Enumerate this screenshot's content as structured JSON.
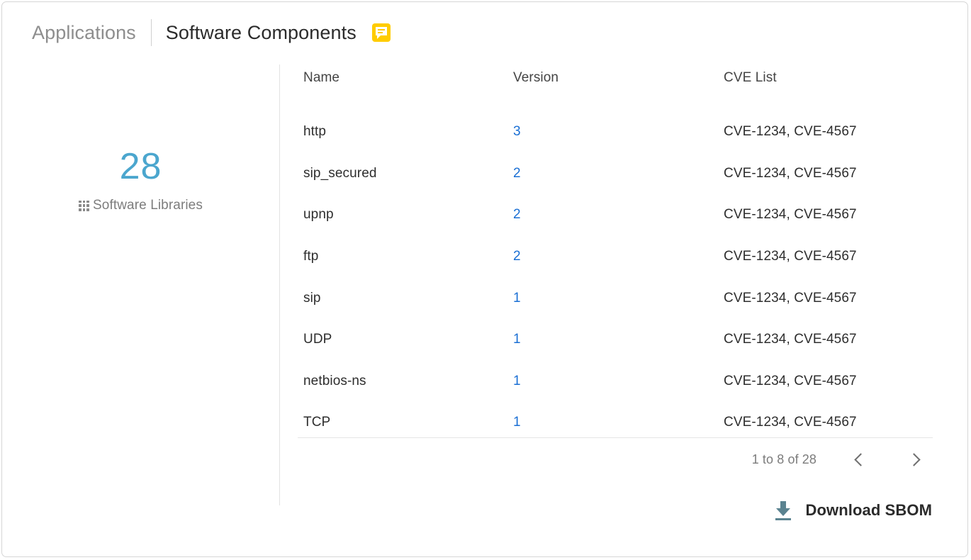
{
  "header": {
    "breadcrumb_root": "Applications",
    "breadcrumb_current": "Software Components",
    "note_icon": "note-comment-icon",
    "note_icon_color": "#ffcc00"
  },
  "stat": {
    "value": "28",
    "label": "Software Libraries",
    "icon": "grid-dots-icon",
    "value_color": "#4ba6ce"
  },
  "table": {
    "columns": [
      "Name",
      "Version",
      "CVE List"
    ],
    "rows": [
      {
        "name": "http",
        "version": "3",
        "cve": "CVE-1234, CVE-4567"
      },
      {
        "name": "sip_secured",
        "version": "2",
        "cve": "CVE-1234, CVE-4567"
      },
      {
        "name": "upnp",
        "version": "2",
        "cve": "CVE-1234, CVE-4567"
      },
      {
        "name": "ftp",
        "version": "2",
        "cve": "CVE-1234, CVE-4567"
      },
      {
        "name": "sip",
        "version": "1",
        "cve": "CVE-1234, CVE-4567"
      },
      {
        "name": "UDP",
        "version": "1",
        "cve": "CVE-1234, CVE-4567"
      },
      {
        "name": "netbios-ns",
        "version": "1",
        "cve": "CVE-1234, CVE-4567"
      },
      {
        "name": "TCP",
        "version": "1",
        "cve": "CVE-1234, CVE-4567"
      }
    ],
    "version_link_color": "#1a6fd4"
  },
  "pagination": {
    "range_text": "1 to 8 of 28",
    "prev_icon": "chevron-left-icon",
    "next_icon": "chevron-right-icon"
  },
  "download": {
    "label": "Download SBOM",
    "icon": "download-arrow-icon",
    "icon_color": "#5b8390"
  }
}
